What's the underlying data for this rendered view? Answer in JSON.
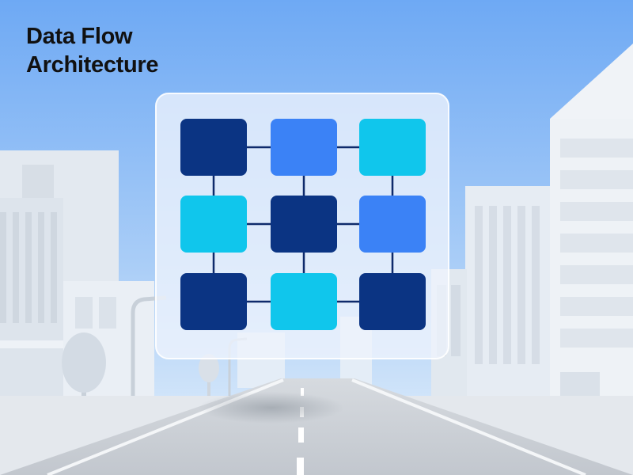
{
  "title": {
    "line1": "Data Flow",
    "line2": "Architecture"
  },
  "colors": {
    "sky_top": "#70aef5",
    "sky_bottom": "#dfeefb",
    "navy": "#0b3483",
    "blue": "#3b82f6",
    "cyan": "#10c6ec",
    "connector": "#0e2a6b",
    "panel": "#eef4fc",
    "building": "#e4eaf1",
    "road": "#c9ced5"
  },
  "diagram": {
    "rows": 3,
    "cols": 3,
    "nodes": [
      {
        "row": 0,
        "col": 0,
        "color": "navy"
      },
      {
        "row": 0,
        "col": 1,
        "color": "blue"
      },
      {
        "row": 0,
        "col": 2,
        "color": "cyan"
      },
      {
        "row": 1,
        "col": 0,
        "color": "cyan"
      },
      {
        "row": 1,
        "col": 1,
        "color": "navy"
      },
      {
        "row": 1,
        "col": 2,
        "color": "blue"
      },
      {
        "row": 2,
        "col": 0,
        "color": "navy"
      },
      {
        "row": 2,
        "col": 1,
        "color": "cyan"
      },
      {
        "row": 2,
        "col": 2,
        "color": "navy"
      }
    ],
    "edges": [
      [
        [
          0,
          0
        ],
        [
          0,
          1
        ]
      ],
      [
        [
          0,
          1
        ],
        [
          0,
          2
        ]
      ],
      [
        [
          1,
          0
        ],
        [
          1,
          1
        ]
      ],
      [
        [
          1,
          1
        ],
        [
          1,
          2
        ]
      ],
      [
        [
          2,
          0
        ],
        [
          2,
          1
        ]
      ],
      [
        [
          2,
          1
        ],
        [
          2,
          2
        ]
      ],
      [
        [
          0,
          0
        ],
        [
          1,
          0
        ]
      ],
      [
        [
          1,
          0
        ],
        [
          2,
          0
        ]
      ],
      [
        [
          0,
          1
        ],
        [
          1,
          1
        ]
      ],
      [
        [
          1,
          1
        ],
        [
          2,
          1
        ]
      ],
      [
        [
          0,
          2
        ],
        [
          1,
          2
        ]
      ],
      [
        [
          1,
          2
        ],
        [
          2,
          2
        ]
      ]
    ]
  }
}
